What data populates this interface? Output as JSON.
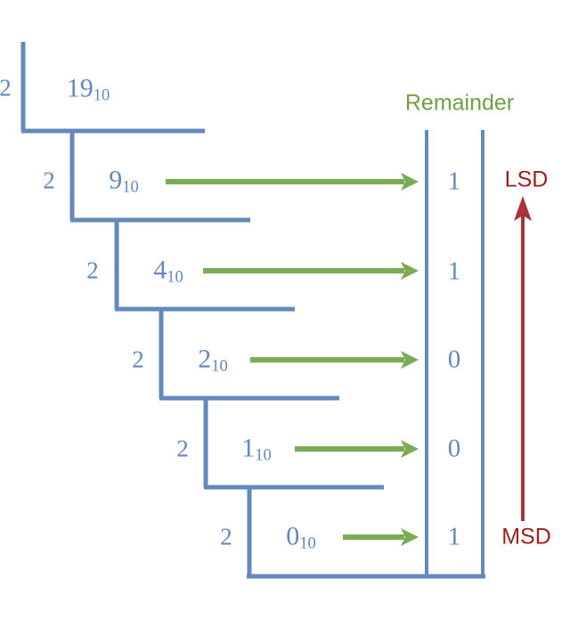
{
  "diagram": {
    "title_remainder": "Remainder",
    "lsd_label": "LSD",
    "msd_label": "MSD",
    "colors": {
      "line_blue": "#6489bd",
      "text_blue": "#6489bd",
      "arrow_green": "#7aab55",
      "label_green": "#70a040",
      "red": "#9e1f1f"
    },
    "rows": [
      {
        "divisor": "2",
        "quotient": "19",
        "base": "10",
        "remainder": "",
        "has_arrow": false
      },
      {
        "divisor": "2",
        "quotient": "9",
        "base": "10",
        "remainder": "1",
        "has_arrow": true
      },
      {
        "divisor": "2",
        "quotient": "4",
        "base": "10",
        "remainder": "1",
        "has_arrow": true
      },
      {
        "divisor": "2",
        "quotient": "2",
        "base": "10",
        "remainder": "0",
        "has_arrow": true
      },
      {
        "divisor": "2",
        "quotient": "1",
        "base": "10",
        "remainder": "0",
        "has_arrow": true
      },
      {
        "divisor": "2",
        "quotient": "0",
        "base": "10",
        "remainder": "1",
        "has_arrow": true
      }
    ]
  }
}
